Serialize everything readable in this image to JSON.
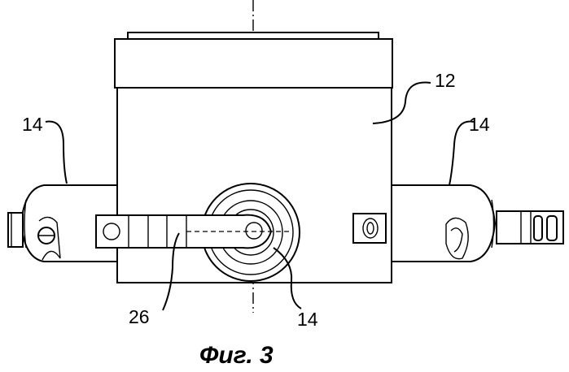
{
  "drawing": {
    "labels": {
      "housing_top": "12",
      "left_arm": "14",
      "right_arm": "14",
      "bottom_center": "14",
      "lever": "26"
    },
    "caption": "Фиг. 3"
  }
}
